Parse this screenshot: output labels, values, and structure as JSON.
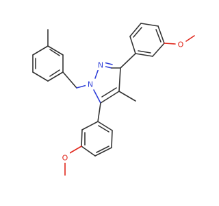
{
  "atoms": {
    "n1": {
      "label": "N",
      "color": "#2f3fd8"
    },
    "n2": {
      "label": "N",
      "color": "#2f3fd8"
    },
    "o1": {
      "label": "O",
      "color": "#e0261a"
    },
    "o2": {
      "label": "O",
      "color": "#e0261a"
    }
  }
}
